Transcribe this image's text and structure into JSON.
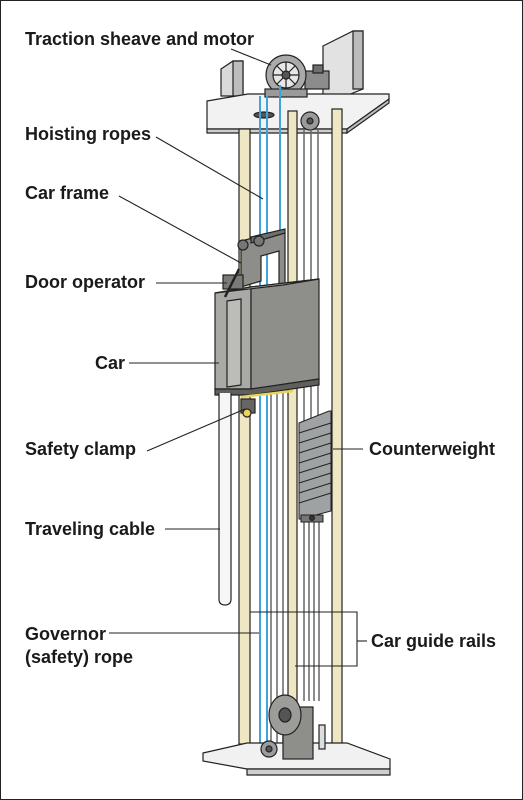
{
  "labels": {
    "traction": "Traction sheave and motor",
    "hoisting": "Hoisting ropes",
    "car_frame": "Car frame",
    "door_operator": "Door operator",
    "car": "Car",
    "safety_clamp": "Safety clamp",
    "counterweight": "Counterweight",
    "traveling_cable": "Traveling cable",
    "governor_line1": "Governor",
    "governor_line2": "(safety) rope",
    "guide_rails": "Car guide rails"
  },
  "colors": {
    "rail": "#efe6c4",
    "rope_blue": "#3fa3dc",
    "car_gray": "#a9aaa5",
    "dark_gray": "#777872",
    "plate": "#f2f2f2",
    "outline": "#222222"
  }
}
